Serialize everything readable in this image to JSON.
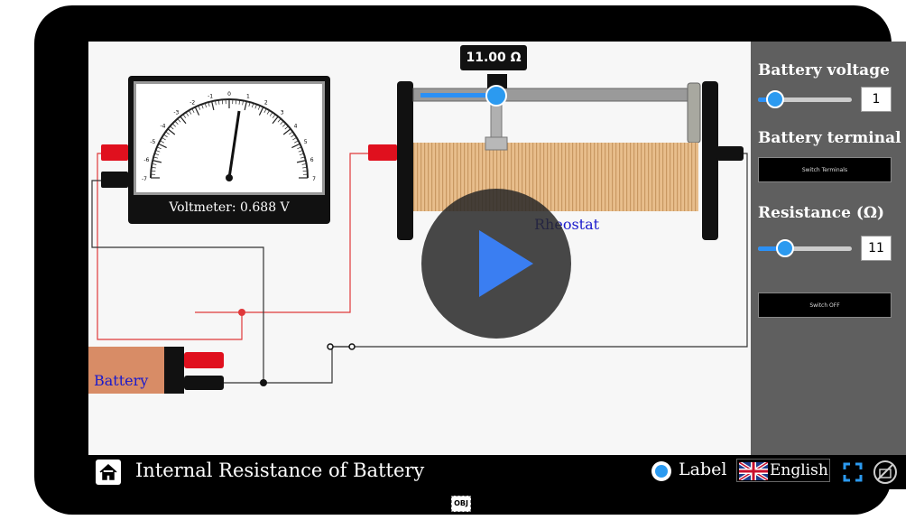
{
  "rheostat_tooltip": "11.00 Ω",
  "voltmeter": {
    "label": "Voltmeter: 0.688 V",
    "scale_labels": [
      "-7",
      "-6",
      "-5",
      "-4",
      "-3",
      "-2",
      "-1",
      "0",
      "1",
      "2",
      "3",
      "4",
      "5",
      "6",
      "7"
    ]
  },
  "labels": {
    "rheostat": "Rheostat",
    "battery": "Battery"
  },
  "panel": {
    "battery_voltage": {
      "title": "Battery voltage",
      "value": "1",
      "slider_fraction": 0.2
    },
    "battery_terminal": {
      "title": "Battery terminal",
      "button": "Switch Terminals"
    },
    "resistance": {
      "title": "Resistance (Ω)",
      "value": "11",
      "slider_fraction": 0.3
    },
    "switch_button": "Switch OFF"
  },
  "bottom": {
    "title": "Internal Resistance of Battery",
    "label_toggle": "Label",
    "language": "English"
  },
  "badge": "OBJ",
  "icons": [
    "home-icon",
    "radio-icon",
    "uk-flag-icon",
    "fullscreen-icon",
    "no-touch-icon",
    "play-icon"
  ],
  "colors": {
    "accent": "#2b9af0",
    "play": "#3a7ef2",
    "panel": "#5f5f5f",
    "wire_red": "#e0383a"
  }
}
